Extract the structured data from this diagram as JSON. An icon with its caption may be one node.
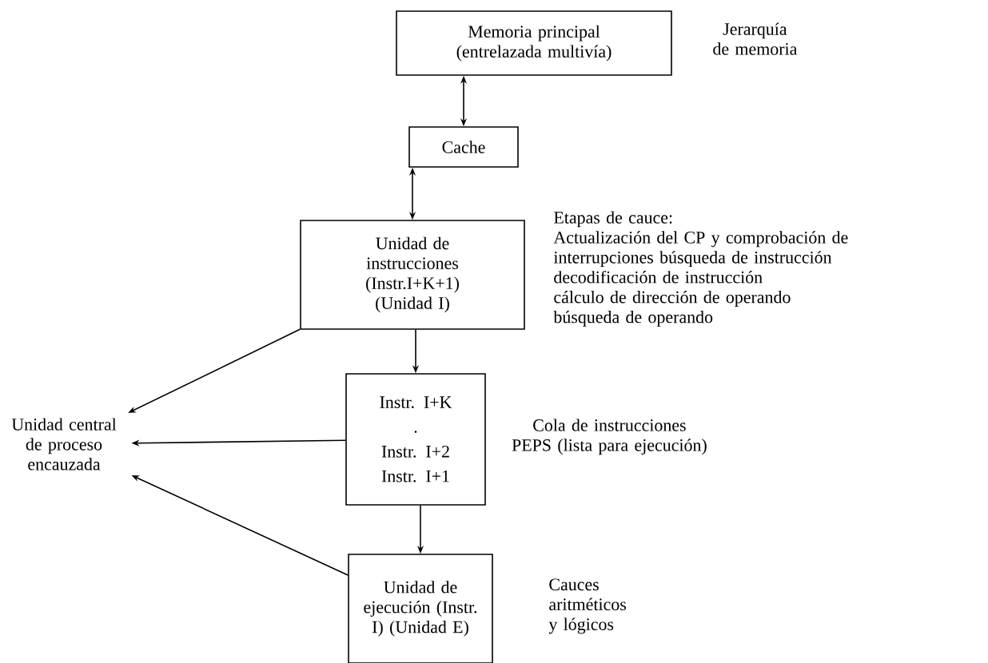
{
  "diagram": {
    "nodes": [
      {
        "text": [
          "Memoria principal (entrelazada multivía)"
        ],
        "beside": [
          "Jerarquía de memoria"
        ]
      },
      {
        "text": [
          "Cache"
        ]
      },
      {
        "text": [
          "Unidad de instrucciones (Instr.I+K+1) (Unidad I)"
        ],
        "beside": [
          "Etapas de cauce:",
          "Actualización del CP y comprobación de interrupciones búsqueda de instrucción",
          "decodificación de instrucción",
          "cálculo de dirección de operando",
          "búsqueda de operando"
        ]
      },
      {
        "text": [
          "Instr. I+K",
          ".",
          "Instr. I+2",
          "Instr. I+1"
        ],
        "beside": [
          "Cola de instrucciones PEPS (lista para ejecución)"
        ]
      },
      {
        "text": [
          "Unidad de ejecución (Instr. I) (Unidad E)"
        ],
        "beside": [
          "Cauces aritméticos y lógicos"
        ]
      },
      {
        "text": [
          "Unidad central de proceso encauzada"
        ]
      }
    ],
    "edges": [
      {
        "from": 0,
        "to": 1,
        "arrow": "both"
      },
      {
        "from": 1,
        "to": 2,
        "arrow": "both"
      },
      {
        "from": 2,
        "to": 3,
        "arrow": "to"
      },
      {
        "from": 3,
        "to": 4,
        "arrow": "to"
      },
      {
        "from": 2,
        "to": 5,
        "arrow": "to"
      },
      {
        "from": 3,
        "to": 5,
        "arrow": "to"
      },
      {
        "from": 4,
        "to": 5,
        "arrow": "to"
      }
    ]
  }
}
